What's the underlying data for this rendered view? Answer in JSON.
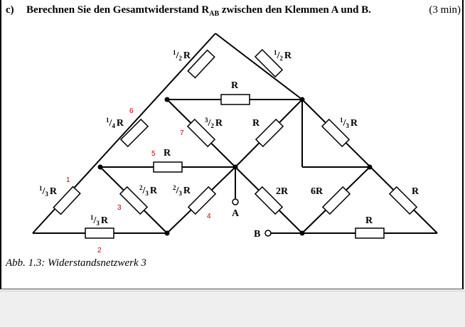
{
  "question": {
    "letter": "c)",
    "text_main": "Berechnen Sie den Gesamtwiderstand R",
    "text_sub": "AB",
    "text_rest": " zwischen den Klemmen A und B.",
    "time": "(3 min)"
  },
  "caption": "Abb. 1.3: Widerstandsnetzwerk 3",
  "terminals": {
    "a": "A",
    "b": "B"
  },
  "resistors": {
    "top_left": {
      "num": "1",
      "den": "2",
      "r": "R"
    },
    "top_right": {
      "num": "1",
      "den": "2",
      "r": "R"
    },
    "upper_horizontal": "R",
    "mid_left": {
      "num": "1",
      "den": "4",
      "r": "R"
    },
    "center_left_diag": {
      "num": "3",
      "den": "2",
      "r": "R"
    },
    "center_right_diag": "R",
    "right_upper": {
      "num": "1",
      "den": "3",
      "r": "R"
    },
    "middle_horizontal": "R",
    "bottom_left": {
      "num": "1",
      "den": "3",
      "r": "R"
    },
    "left_inner": {
      "num": "2",
      "den": "3",
      "r": "R"
    },
    "right_inner": {
      "num": "2",
      "den": "3",
      "r": "R"
    },
    "center_2r": "2R",
    "center_6r": "6R",
    "far_right": "R",
    "bottom_horizontal_left": {
      "num": "1",
      "den": "3",
      "r": "R"
    },
    "bottom_horizontal_right": "R"
  },
  "annotations": [
    "1",
    "2",
    "3",
    "4",
    "5",
    "6",
    "7"
  ],
  "colors": {
    "annotation": "#c00000",
    "wire": "#000000",
    "background": "#ffffff"
  }
}
